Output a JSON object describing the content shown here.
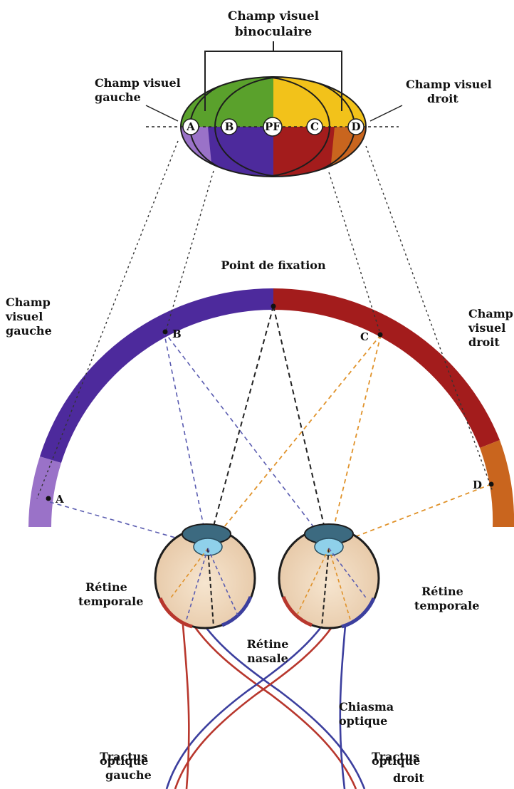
{
  "title": {
    "binocular_line1": "Champ visuel",
    "binocular_line2": "binoculaire"
  },
  "top_labels": {
    "left_line1": "Champ visuel",
    "left_line2": "gauche",
    "right_line1": "Champ visuel",
    "right_line2": "droit"
  },
  "ellipse_points": [
    "A",
    "B",
    "PF",
    "C",
    "D"
  ],
  "arc": {
    "fixation_label": "Point de fixation",
    "left_line1": "Champ",
    "left_line2": "visuel",
    "left_line3": "gauche",
    "right_line1": "Champ",
    "right_line2": "visuel",
    "right_line3": "droit",
    "points": [
      "A",
      "B",
      "C",
      "D"
    ]
  },
  "eyes": {
    "retina_temporal_left_line1": "Rétine",
    "retina_temporal_left_line2": "temporale",
    "retina_temporal_right_line1": "Rétine",
    "retina_temporal_right_line2": "temporale",
    "retina_nasal_line1": "Rétine",
    "retina_nasal_line2": "nasale"
  },
  "pathway": {
    "chiasma_line1": "Chiasma",
    "chiasma_line2": "optique",
    "tract_left_line1": "Tractus",
    "tract_left_line2": "optique",
    "tract_left_line3": "gauche",
    "tract_right_line1": "Tractus",
    "tract_right_line2": "optique",
    "tract_right_line3": "droit"
  },
  "colors": {
    "green": "#5aa12c",
    "yellow": "#f2c21a",
    "purple": "#4d2a9c",
    "red": "#a31c1c",
    "lilac": "#9a72c8",
    "orange": "#c9651e",
    "nerve_red": "#b8372d",
    "nerve_blue": "#3c3f9e"
  }
}
